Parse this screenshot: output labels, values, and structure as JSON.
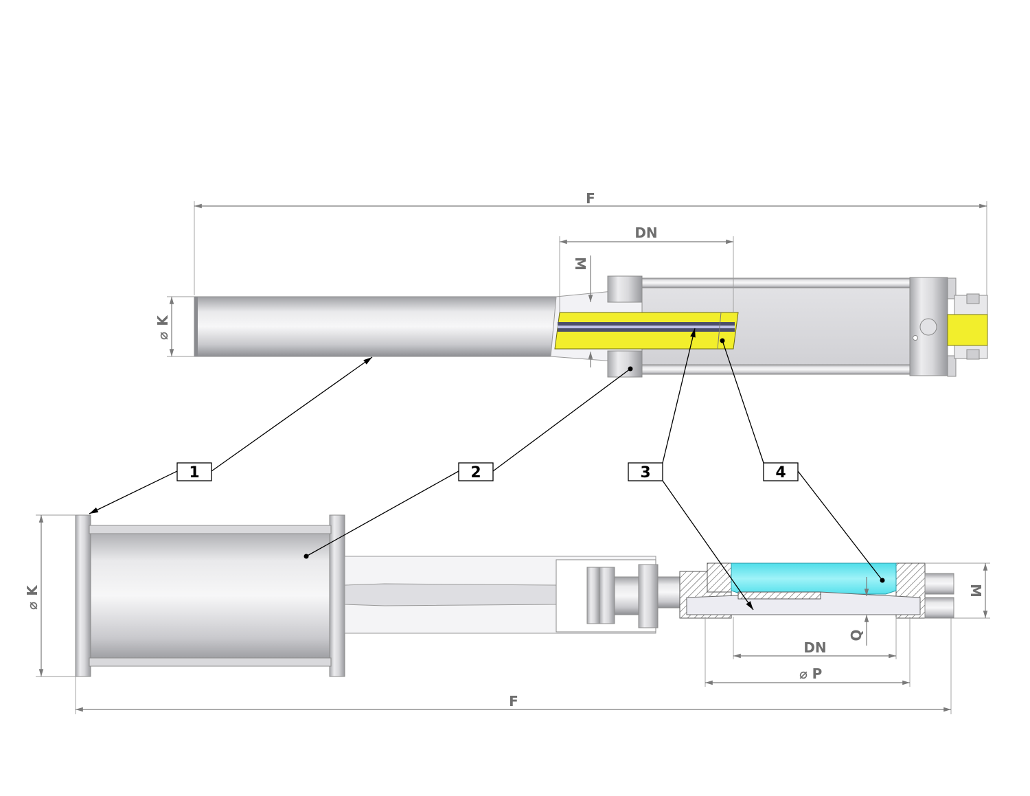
{
  "top_view": {
    "overall_length_label": "F",
    "bore_label": "DN",
    "thickness_label": "M",
    "diameter_label": "K"
  },
  "bottom_view": {
    "overall_length_label": "F",
    "bore_label": "DN",
    "thickness_label": "M",
    "diameter_label": "K",
    "flange_diameter_label": "P",
    "gap_label": "Q"
  },
  "diameter_symbol": "⌀",
  "callouts": [
    {
      "number": "1"
    },
    {
      "number": "2"
    },
    {
      "number": "3"
    },
    {
      "number": "4"
    }
  ],
  "colors": {
    "body_metal": "#c8c8cc",
    "seat_yellow": "#f2ee2c",
    "seal_cyan": "#6fe6f0",
    "dimension_line": "#7a7a7a",
    "callout_line": "#000000"
  }
}
